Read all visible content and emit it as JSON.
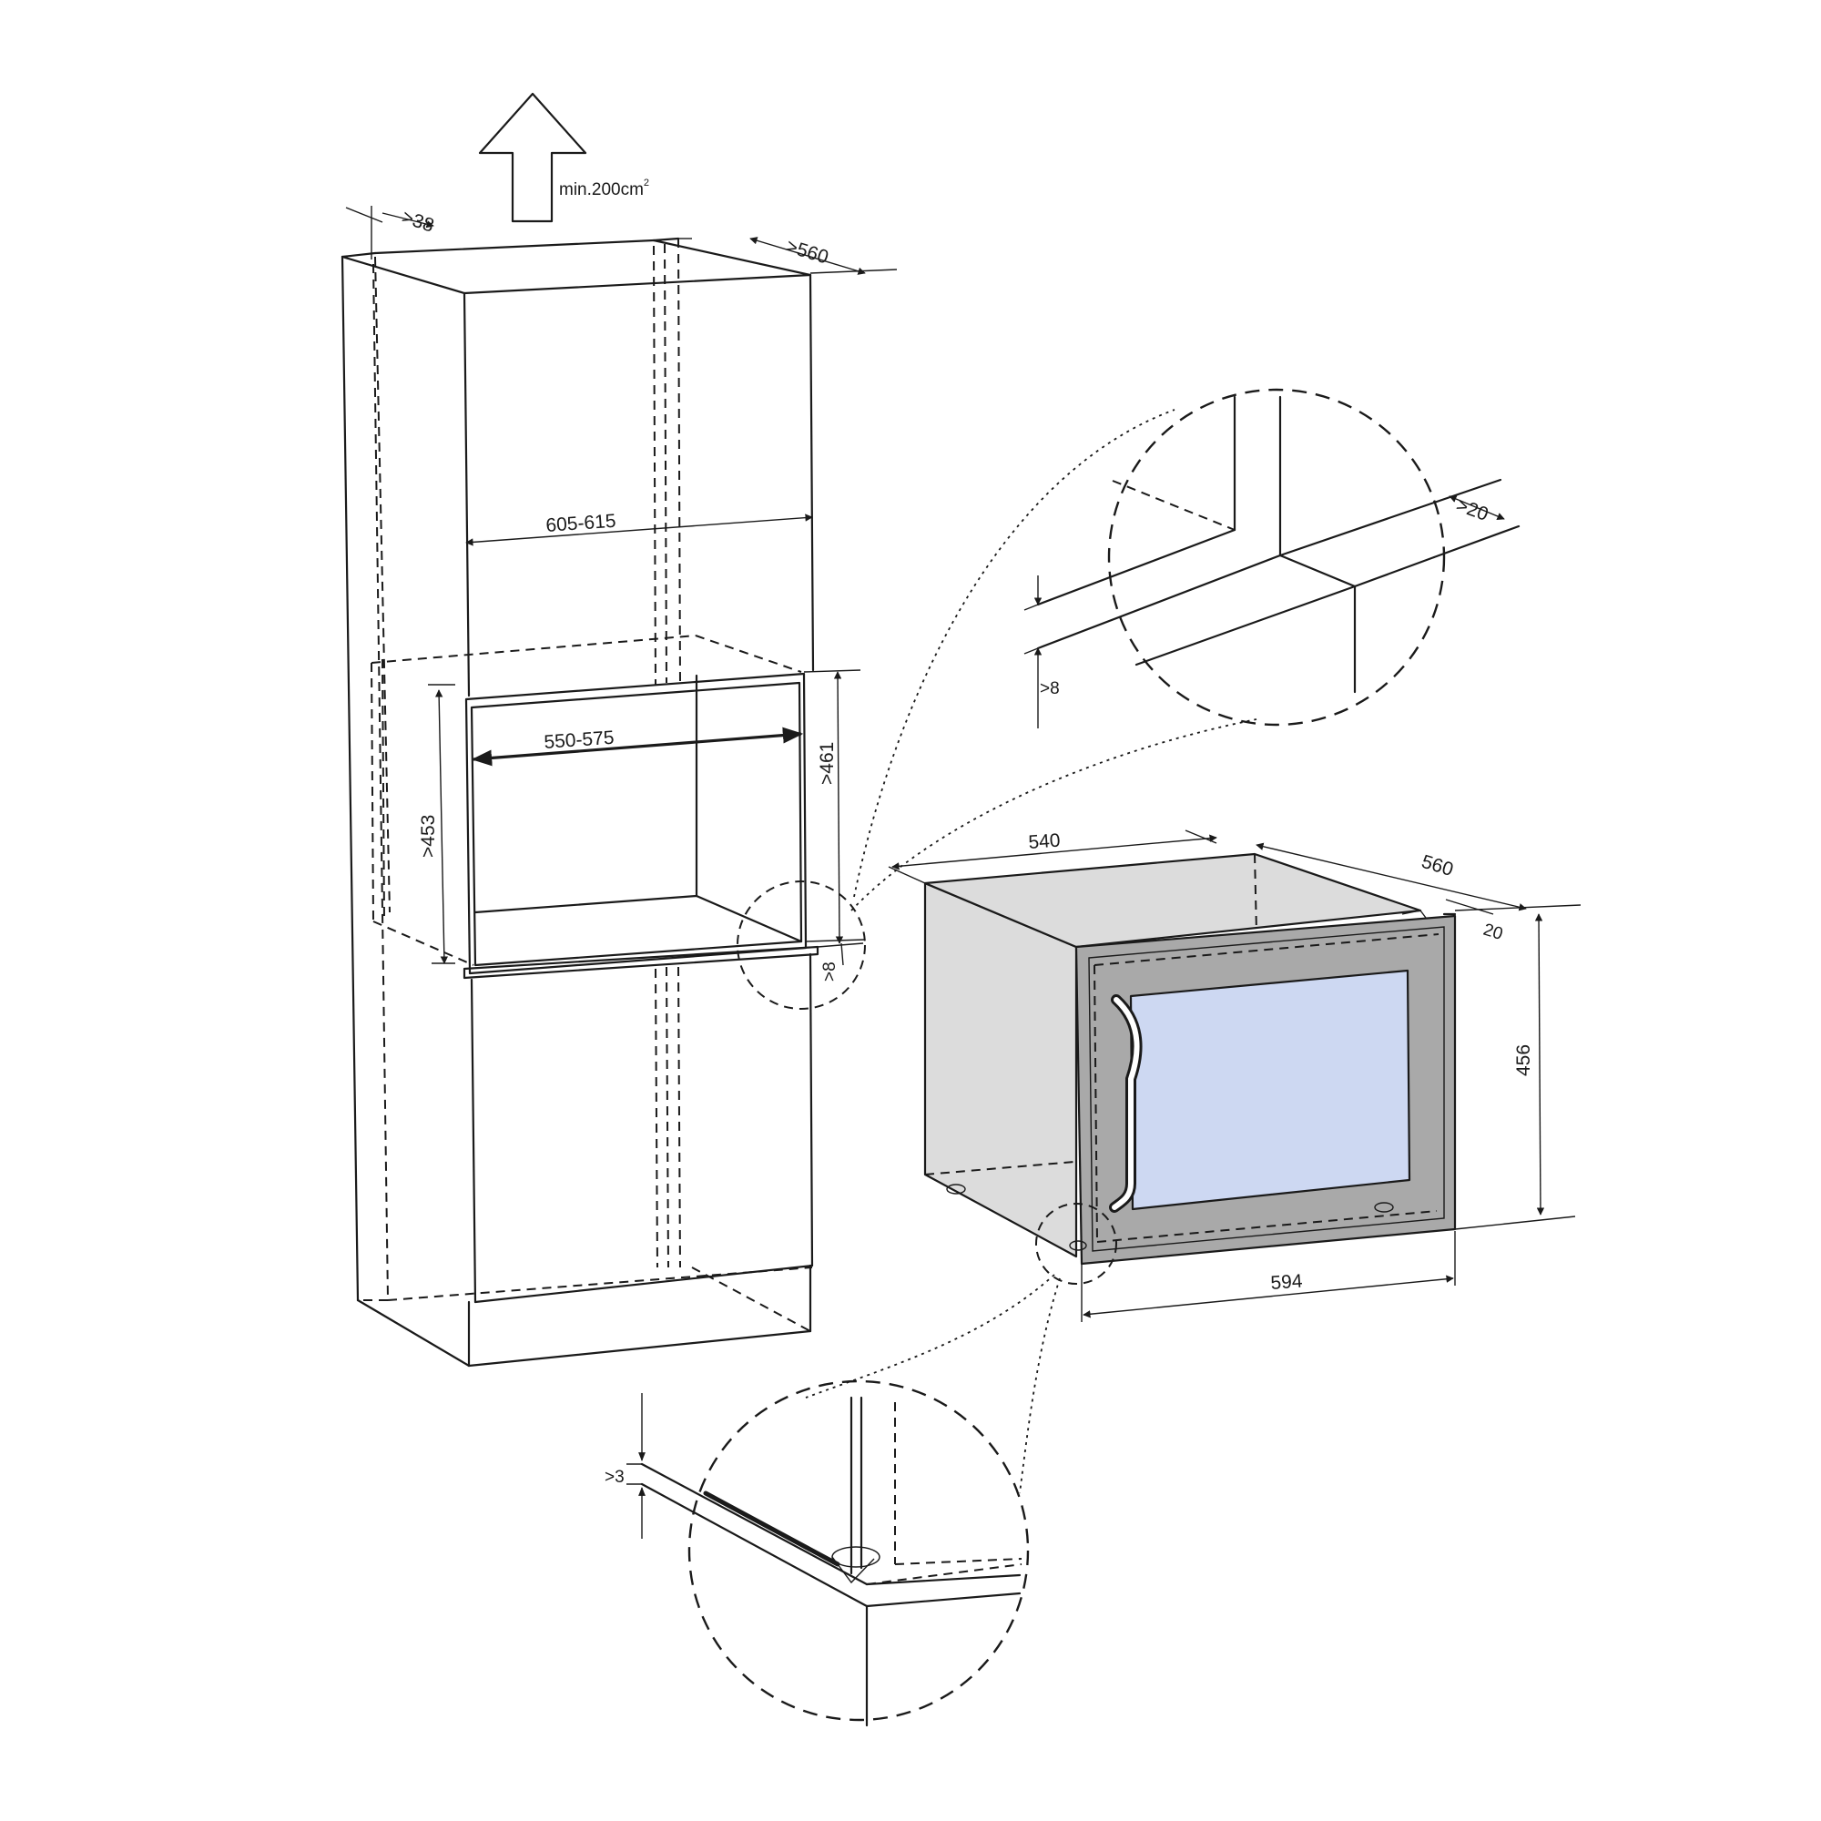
{
  "airflow": {
    "label": "min.200cm",
    "superscript": "2"
  },
  "cabinet": {
    "gap_top": ">38",
    "depth": ">560",
    "inner_width": "605-615",
    "niche_width": "550-575",
    "niche_height": ">453",
    "opening_height": ">461",
    "bottom_gap": ">8"
  },
  "detail_top": {
    "depth_gap": ">20",
    "height_gap": ">8"
  },
  "appliance": {
    "width": "540",
    "depth": "560",
    "door_depth": "20",
    "height": "456",
    "front_width": "594",
    "colors": {
      "body": "#dcdcdc",
      "door_frame": "#a9a9a9",
      "glass": "#cdd8f2"
    }
  },
  "detail_bottom": {
    "gap": ">3"
  }
}
